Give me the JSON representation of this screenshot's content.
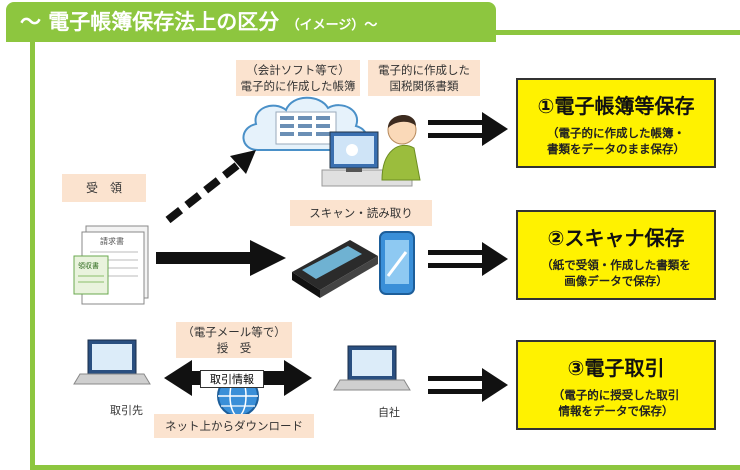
{
  "title": {
    "main": "～ 電子帳簿保存法上の区分",
    "sub": "（イメージ）～"
  },
  "notes": {
    "accounting_line1": "（会計ソフト等で）",
    "accounting_line2": "電子的に作成した帳簿",
    "tax_docs_line1": "電子的に作成した",
    "tax_docs_line2": "国税関係書類",
    "receipt": "受　領",
    "scan": "スキャン・読み取り",
    "email_line1": "（電子メール等で）",
    "email_line2": "授　受",
    "download": "ネット上からダウンロード"
  },
  "labels": {
    "transaction_info": "取引情報",
    "partner": "取引先",
    "own_company": "自社"
  },
  "document_text": {
    "invoice": "請求書",
    "receipt_doc": "領収書"
  },
  "categories": [
    {
      "title": "①電子帳簿等保存",
      "desc_line1": "（電子的に作成した帳簿・",
      "desc_line2": "書類をデータのまま保存）"
    },
    {
      "title": "②スキャナ保存",
      "desc_line1": "（紙で受領・作成した書類を",
      "desc_line2": "画像データで保存）"
    },
    {
      "title": "③電子取引",
      "desc_line1": "（電子的に授受した取引",
      "desc_line2": "情報をデータで保存）"
    }
  ],
  "colors": {
    "frame_green": "#8dc63f",
    "note_peach": "#fbe3cf",
    "result_yellow": "#fff200"
  }
}
